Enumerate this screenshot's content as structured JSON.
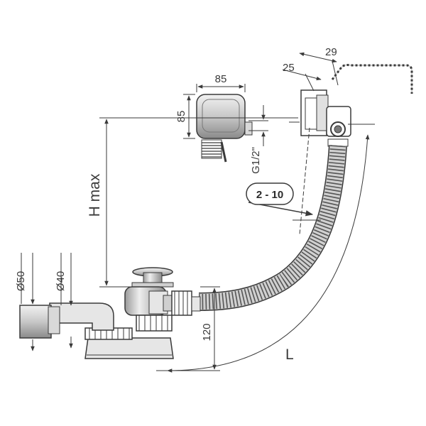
{
  "diagram": {
    "labels": {
      "width_box": "85",
      "height_box": "85",
      "dim_29": "29",
      "dim_25": "25",
      "thread": "G1/2\"",
      "thickness_range": "2 - 10",
      "h_max": "H max",
      "dia_50": "Ø50",
      "dia_40": "Ø40",
      "dim_120": "120",
      "length": "L"
    },
    "colors": {
      "line": "#3a3a3a",
      "metal_light": "#e6e6e6",
      "metal_mid": "#bdbdbd",
      "metal_dark": "#7a7a7a",
      "hose": "#9a9a9a"
    }
  }
}
